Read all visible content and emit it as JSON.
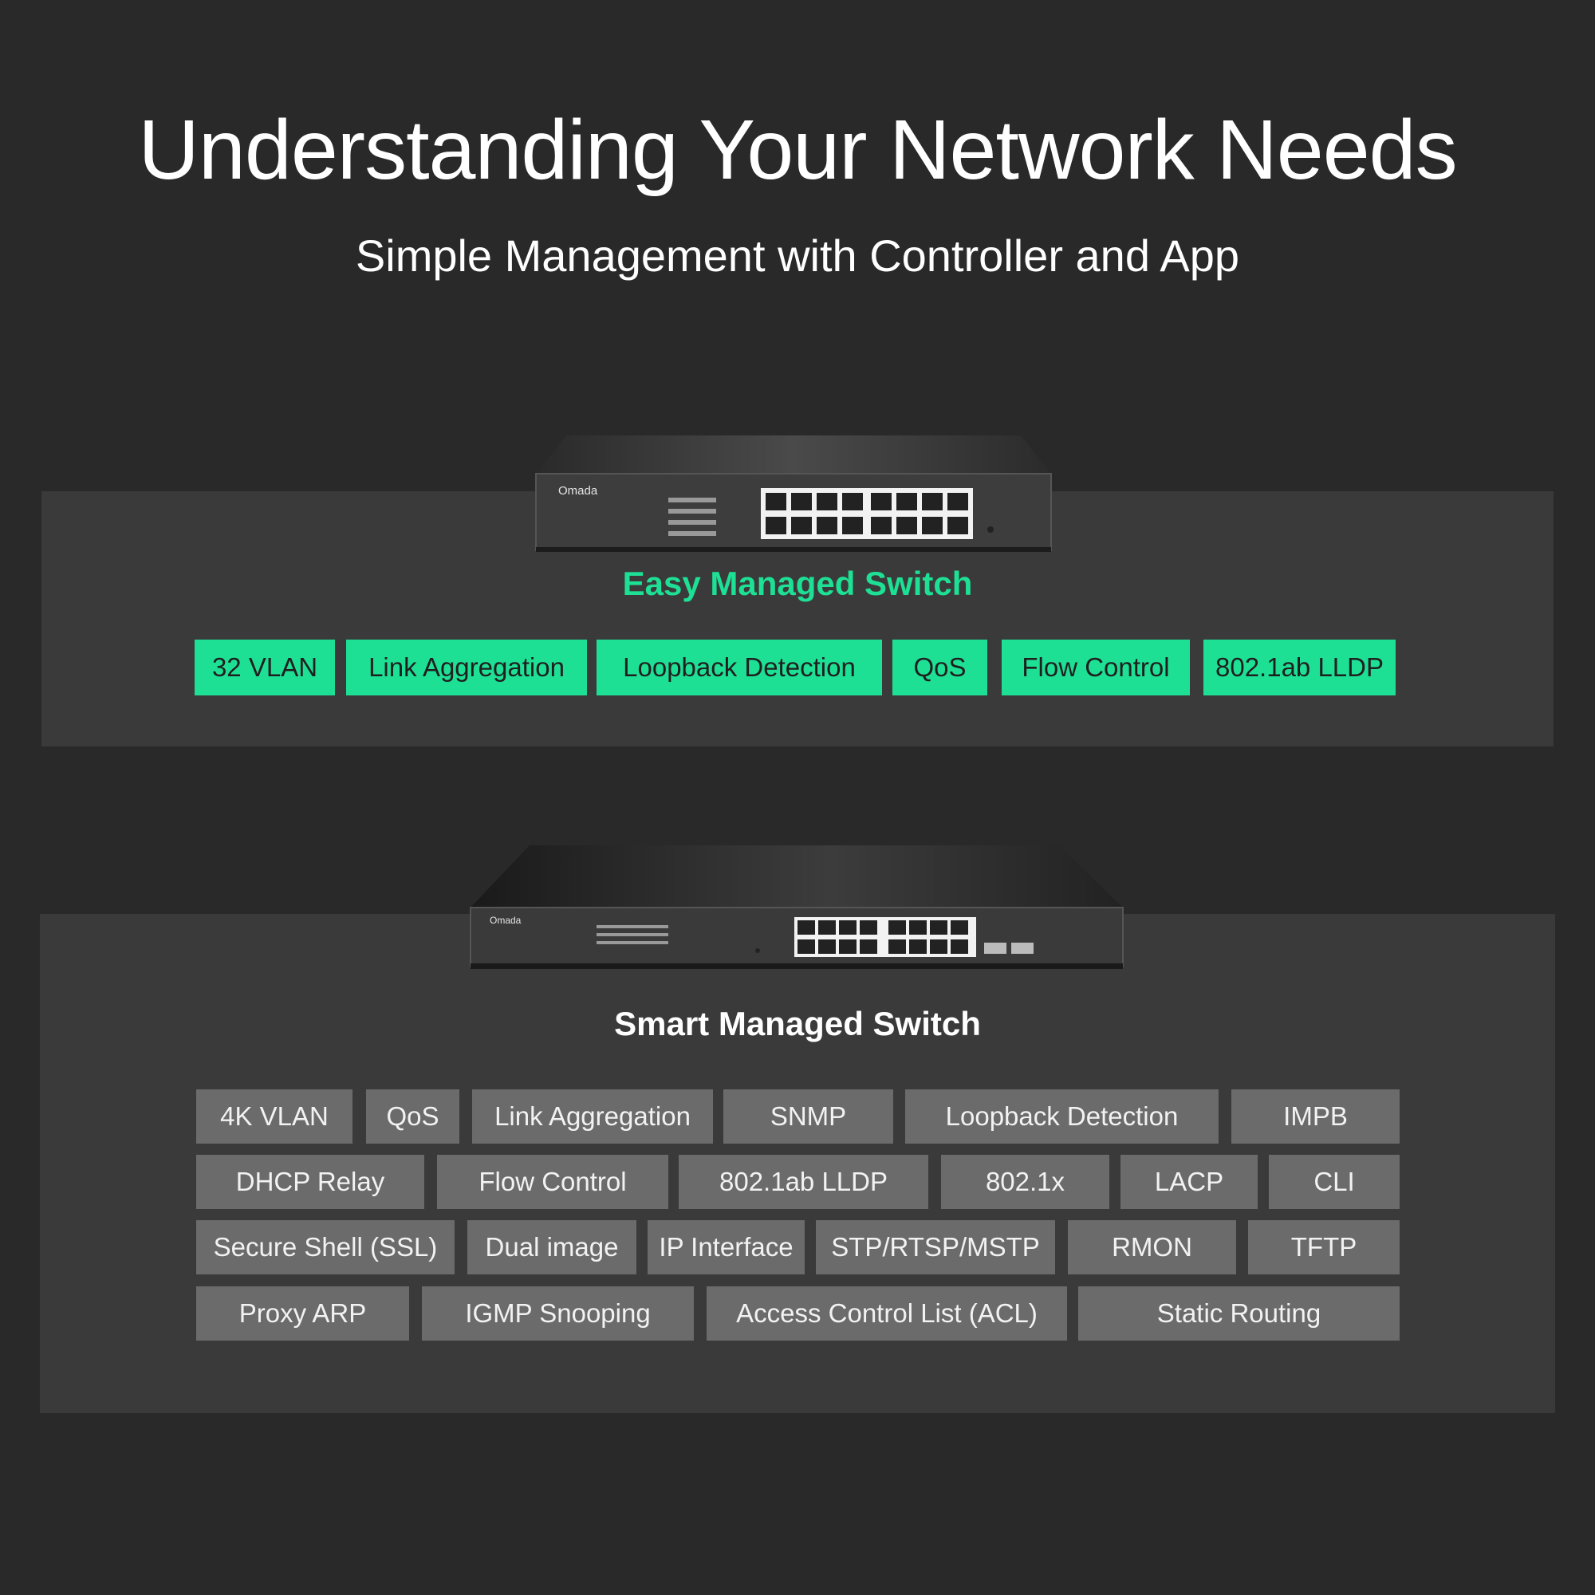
{
  "header": {
    "title": "Understanding Your Network Needs",
    "subtitle": "Simple Management with Controller and App"
  },
  "colors": {
    "background": "#292929",
    "panel": "#3a3a3a",
    "accent": "#1ee095",
    "grey_tag": "#6b6b6b"
  },
  "easy": {
    "name": "Easy Managed Switch",
    "brand": "Omada",
    "features": [
      "32 VLAN",
      "Link Aggregation",
      "Loopback Detection",
      "QoS",
      "Flow Control",
      "802.1ab LLDP"
    ]
  },
  "smart": {
    "name": "Smart Managed Switch",
    "brand": "Omada",
    "features_row1": [
      "4K VLAN",
      "QoS",
      "Link Aggregation",
      "SNMP",
      "Loopback Detection",
      "IMPB"
    ],
    "features_row2": [
      "DHCP Relay",
      "Flow Control",
      "802.1ab LLDP",
      "802.1x",
      "LACP",
      "CLI"
    ],
    "features_row3": [
      "Secure Shell (SSL)",
      "Dual image",
      "IP Interface",
      "STP/RTSP/MSTP",
      "RMON",
      "TFTP"
    ],
    "features_row4": [
      "Proxy ARP",
      "IGMP Snooping",
      "Access Control List (ACL)",
      "Static Routing"
    ]
  }
}
